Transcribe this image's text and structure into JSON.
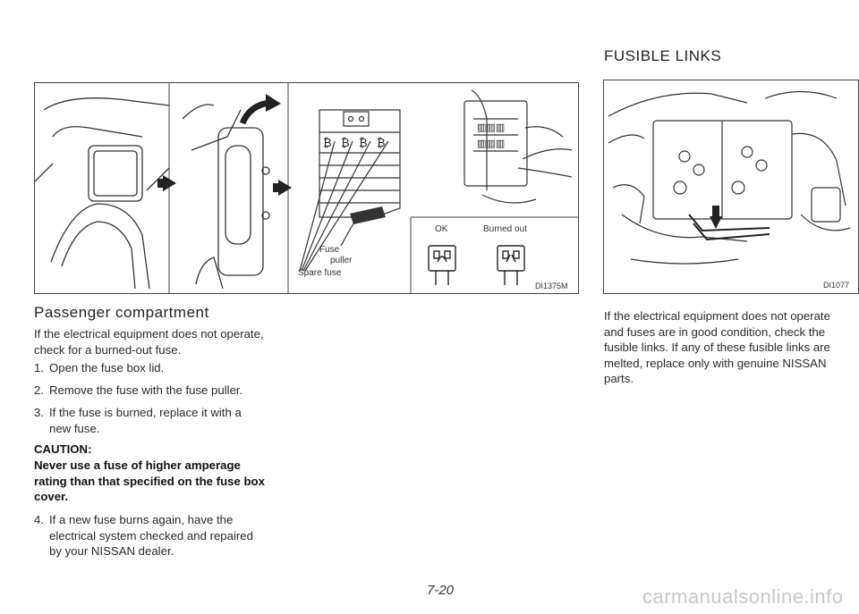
{
  "right_section": {
    "heading": "FUSIBLE LINKS",
    "paragraph_lines": [
      "If the electrical equipment does not operate",
      "and fuses are in good condition, check the",
      "fusible links. If any of these fusible links are",
      "melted, replace only with genuine NISSAN",
      "parts."
    ],
    "figure_code": "DI1077"
  },
  "left_figure": {
    "labels": {
      "fuse_puller": [
        "Fuse",
        "puller"
      ],
      "spare_fuse": "Spare fuse",
      "ok": "OK",
      "burned_out": "Burned out"
    },
    "figure_code": "DI1375M"
  },
  "left_section": {
    "heading": "Passenger compartment",
    "intro_lines": [
      "If the electrical equipment does not operate,",
      "check for a burned-out fuse."
    ],
    "steps": [
      {
        "num": "1.",
        "lines": [
          "Open the fuse box lid."
        ]
      },
      {
        "num": "2.",
        "lines": [
          "Remove the fuse with the fuse puller."
        ]
      },
      {
        "num": "3.",
        "lines": [
          "If the fuse is burned, replace it with a",
          "new fuse."
        ]
      }
    ],
    "caution_title": "CAUTION:",
    "caution_lines": [
      "Never use a fuse of higher amperage",
      "rating than that specified on the fuse box",
      "cover."
    ],
    "step4": {
      "num": "4.",
      "lines": [
        "If a new fuse burns again, have the",
        "electrical system checked and repaired",
        "by your NISSAN dealer."
      ]
    }
  },
  "footer": {
    "page_number": "7-20",
    "watermark": "carmanualsonline.info"
  }
}
